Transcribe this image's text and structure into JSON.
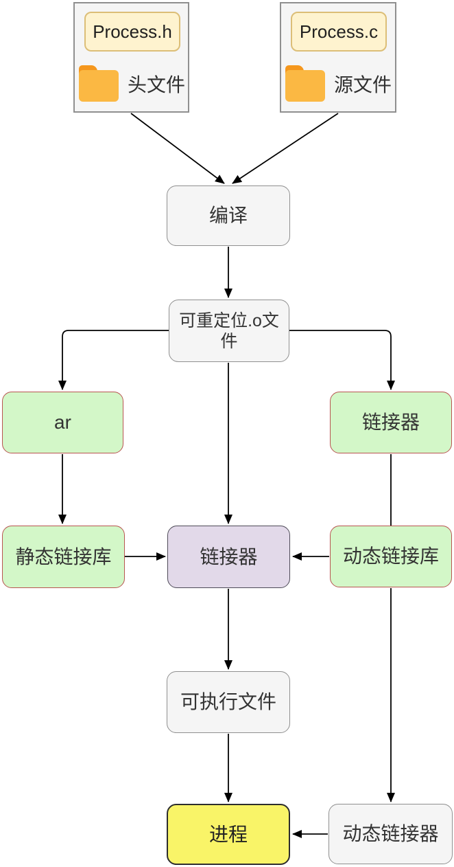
{
  "nodes": {
    "header_card": {
      "file_label": "Process.h",
      "folder_label": "头文件"
    },
    "source_card": {
      "file_label": "Process.c",
      "folder_label": "源文件"
    },
    "compile": {
      "label": "编译"
    },
    "relocatable": {
      "label": "可重定位.o文件"
    },
    "ar": {
      "label": "ar"
    },
    "linker_right": {
      "label": "链接器"
    },
    "static_lib": {
      "label": "静态链接库"
    },
    "linker_center": {
      "label": "链接器"
    },
    "dynamic_lib": {
      "label": "动态链接库"
    },
    "executable": {
      "label": "可执行文件"
    },
    "process": {
      "label": "进程"
    },
    "dynamic_linker": {
      "label": "动态链接器"
    }
  },
  "edges": [
    {
      "from": "头文件(Process.h)",
      "to": "编译",
      "arrow": true
    },
    {
      "from": "源文件(Process.c)",
      "to": "编译",
      "arrow": true
    },
    {
      "from": "编译",
      "to": "可重定位.o文件",
      "arrow": true
    },
    {
      "from": "可重定位.o文件",
      "to": "ar",
      "arrow": true
    },
    {
      "from": "可重定位.o文件",
      "to": "链接器(右)",
      "arrow": true
    },
    {
      "from": "可重定位.o文件",
      "to": "链接器(中)",
      "arrow": true
    },
    {
      "from": "ar",
      "to": "静态链接库",
      "arrow": true
    },
    {
      "from": "静态链接库",
      "to": "链接器(中)",
      "arrow": true
    },
    {
      "from": "动态链接库",
      "to": "链接器(中)",
      "arrow": true
    },
    {
      "from": "链接器(右)",
      "to": "动态链接库",
      "arrow": false
    },
    {
      "from": "动态链接库",
      "to": "动态链接器",
      "arrow": true
    },
    {
      "from": "链接器(中)",
      "to": "可执行文件",
      "arrow": true
    },
    {
      "from": "可执行文件",
      "to": "进程",
      "arrow": true
    },
    {
      "from": "动态链接器",
      "to": "进程",
      "arrow": true
    }
  ],
  "colors": {
    "gray_fill": "#f5f5f5",
    "gray_border": "#8f8f8f",
    "green_fill": "#d3f7c8",
    "green_border": "#b85450",
    "purple_fill": "#e2d9e9",
    "purple_border": "#4d4a57",
    "yellow_fill": "#f9f468",
    "yellow_border": "#2d2d2d",
    "chip_fill": "#fef3cf",
    "chip_border": "#dcbe77",
    "folder_body": "#fbb843",
    "folder_tab": "#f5971d",
    "edge": "#000000"
  }
}
